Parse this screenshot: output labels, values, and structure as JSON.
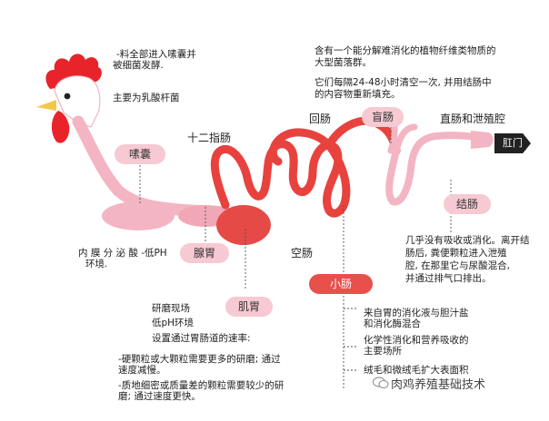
{
  "labels": {
    "crop": "嗉囊",
    "duodenum": "十二指肠",
    "proventriculus": "腺胃",
    "gizzard": "肌胃",
    "jejunum": "空肠",
    "ileum": "回肠",
    "small_intestine": "小肠",
    "ceca": "盲肠",
    "colon": "结肠",
    "rectum_cloaca": "直肠和泄殖腔",
    "vent": "肛门"
  },
  "notes": {
    "crop_1": "-料全部进入嗉囊并",
    "crop_2": "被细菌发酵.",
    "crop_3": "主要为乳酸杆菌",
    "prov_1": "内 膜 分 泌 酸 -低PH",
    "prov_2": "环境.",
    "gizzard_1": "研磨现场",
    "gizzard_2": "低pH环境",
    "gizzard_3": "设置通过胃肠道的速率:",
    "gizzard_4": "-硬颗粒或大颗粒需要更多的研磨; 通过",
    "gizzard_5": "速度减慢。",
    "gizzard_6": "-质地细密或质量差的颗粒需要较少的研",
    "gizzard_7": "磨; 通过速度更快。",
    "ceca_1": "含有一个能分解难消化的植物纤维类物质的",
    "ceca_2": "大型菌落群。",
    "ceca_3": "它们每隔24-48小时清空一次, 并用结肠中",
    "ceca_4": "的内容物重新填充。",
    "colon_1": "几乎没有吸收或消化。离开结",
    "colon_2": "肠后, 粪便颗粒进入泄殖",
    "colon_3": "腔, 在那里它与尿酸混合,",
    "colon_4": "并通过排气口排出。",
    "si_1": "来自胃的消化液与胆汁盐",
    "si_2": "和消化酶混合",
    "si_3": "化学性消化和营养吸收的",
    "si_4": "主要场所",
    "si_5": "绒毛和微绒毛扩大表面积"
  },
  "watermark": "肉鸡养殖基础技术",
  "colors": {
    "tract": "#f3b5c3",
    "intestine": "#e8423f",
    "comb": "#e8232a",
    "leader": "#555555"
  }
}
